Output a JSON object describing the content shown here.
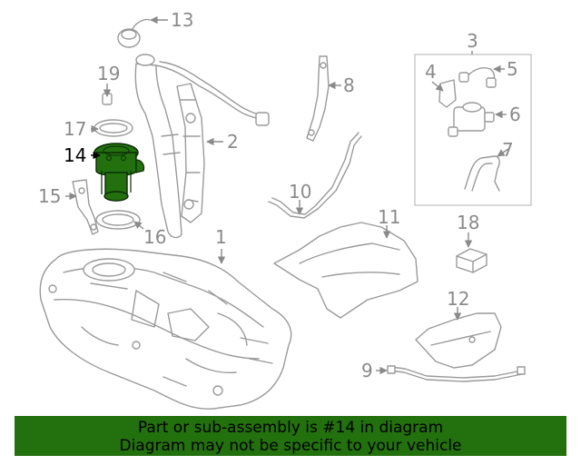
{
  "diagram": {
    "labels": {
      "p1": "1",
      "p2": "2",
      "p3": "3",
      "p4": "4",
      "p5": "5",
      "p6": "6",
      "p7": "7",
      "p8": "8",
      "p9": "9",
      "p10": "10",
      "p11": "11",
      "p12": "12",
      "p13": "13",
      "p14": "14",
      "p15": "15",
      "p16": "16",
      "p17": "17",
      "p18": "18",
      "p19": "19"
    },
    "highlighted_part": "14",
    "highlight_color": "#23700e",
    "line_color": "#9a9a9a"
  },
  "footer": {
    "line1": "Part or sub-assembly is #14 in diagram",
    "line2": "Diagram may not be specific to your vehicle",
    "background": "#23700e"
  }
}
